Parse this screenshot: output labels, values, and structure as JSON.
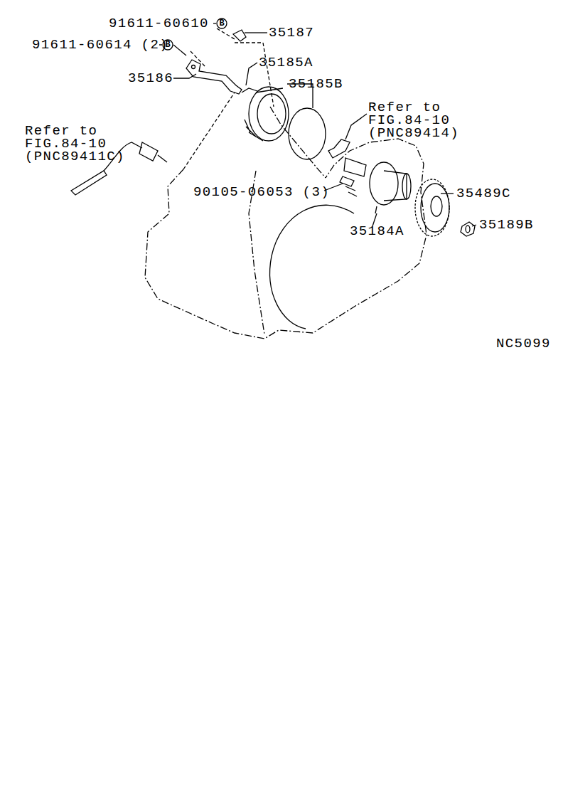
{
  "diagram": {
    "labels": [
      "91611-60610",
      "B",
      "35187",
      "91611-60614 (2)",
      "B",
      "35185A",
      "35186",
      "35185B",
      "Refer to FIG.84-10 (PNC89414)",
      "Refer to FIG.84-10 (PNC89411C)",
      "90105-06053 (3)",
      "35489C",
      "35184A",
      "35189B",
      "NC5099"
    ]
  }
}
